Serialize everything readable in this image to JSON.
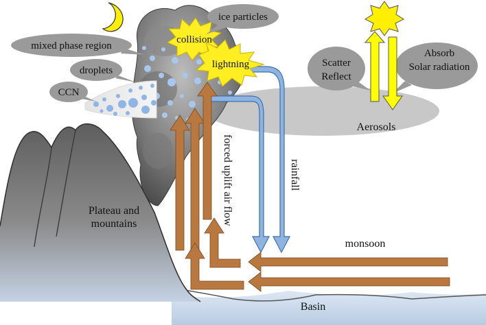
{
  "labels": {
    "ice_particles": "ice particles",
    "mixed_phase_region": "mixed phase region",
    "droplets": "droplets",
    "ccn": "CCN",
    "collision": "collision",
    "lightning": "lightning",
    "scatter": "Scatter",
    "reflect": "Reflect",
    "absorb": "Absorb",
    "solar_radiation": "Solar radiation",
    "aerosols": "Aerosols",
    "rainfall": "rainfall",
    "forced_uplift": "forced uplift air flow",
    "plateau": "Plateau and",
    "mountains": "mountains",
    "monsoon": "monsoon",
    "basin": "Basin"
  },
  "colors": {
    "cloud_bubble": "#9a9a9a",
    "aerosol_layer": "#cccccc",
    "mountain": "#6f6f6f",
    "uplift_arrow": "#b8783f",
    "rain_arrow": "#8fb4e0",
    "sun": "#ffef00",
    "star_burst": "#ffee22",
    "solar_arrow": "#ffff00",
    "basin_water": "#c8d8ea"
  },
  "icons": {
    "moon": "crescent-moon-icon",
    "sun": "sun-star-icon"
  }
}
